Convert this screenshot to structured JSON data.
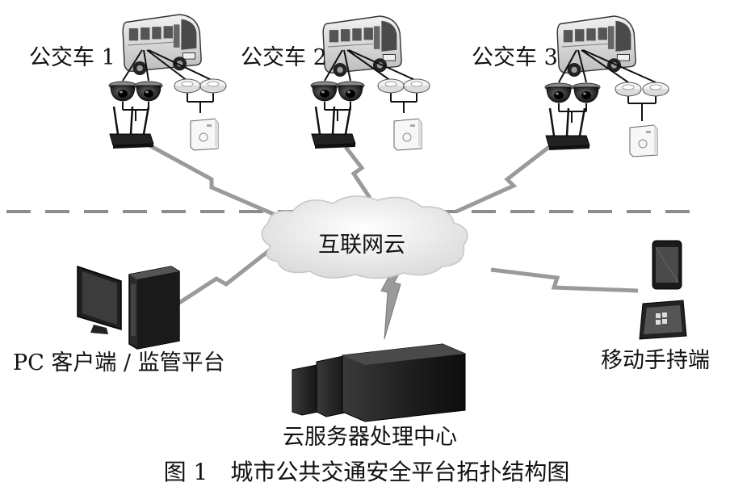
{
  "diagram": {
    "buses": [
      {
        "label": "公交车 1"
      },
      {
        "label": "公交车 2"
      },
      {
        "label": "公交车 3"
      }
    ],
    "cloud_label": "互联网云",
    "pc_label": "PC 客户端 / 监管平台",
    "server_label": "云服务器处理中心",
    "mobile_label": "移动手持端",
    "caption": "图 1　城市公共交通安全平台拓扑结构图",
    "colors": {
      "dashed_line": "#8c8c8c",
      "lightning": "#9a9a9a",
      "cloud_fill": "#ececec",
      "dark_device": "#2a2a2a"
    }
  }
}
